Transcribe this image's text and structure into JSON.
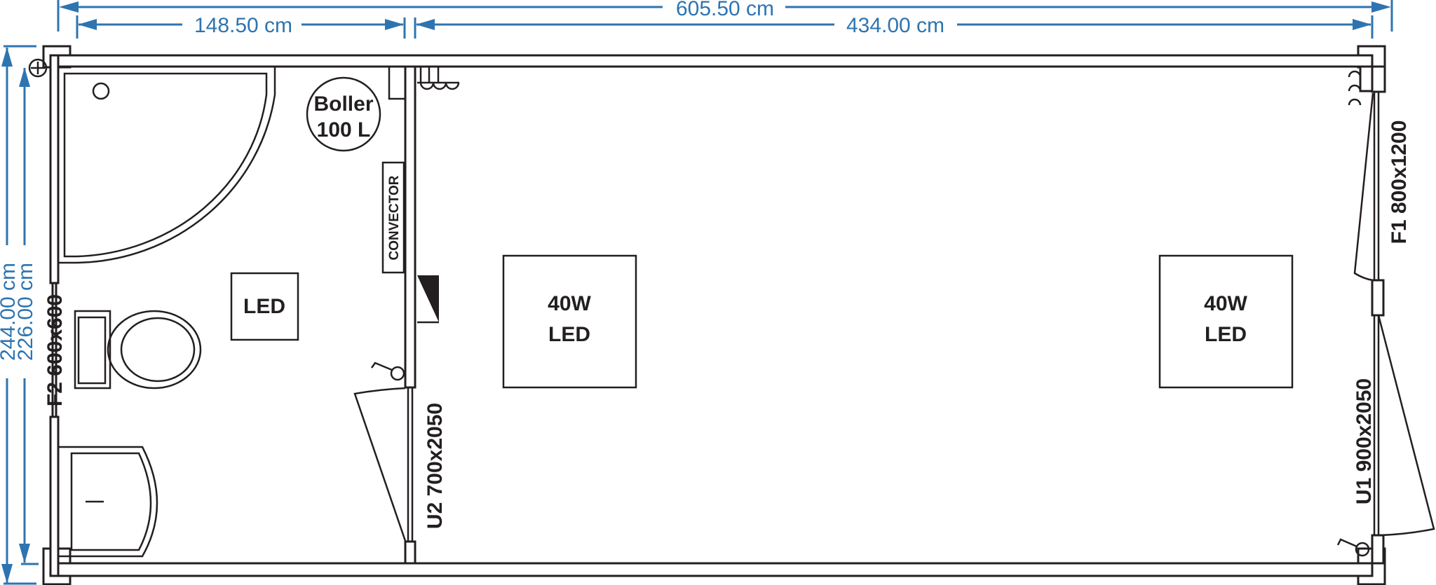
{
  "dimensions": {
    "total_length": "605.50 cm",
    "bathroom_length": "148.50 cm",
    "room_length": "434.00 cm",
    "outer_width": "244.00 cm",
    "inner_width": "226.00 cm"
  },
  "fixtures": {
    "boiler_line1": "Boller",
    "boiler_line2": "100 L",
    "convector": "CONVECTOR",
    "bathroom_light": "LED",
    "room_light_1_line1": "40W",
    "room_light_1_line2": "LED",
    "room_light_2_line1": "40W",
    "room_light_2_line2": "LED"
  },
  "openings": {
    "window_f2": "F2 600x600",
    "door_u2": "U2 700x2050",
    "window_f1": "F1 800x1200",
    "door_u1": "U1 900x2050"
  },
  "colors": {
    "dimension": "#2e74b0",
    "lines": "#231f20"
  }
}
